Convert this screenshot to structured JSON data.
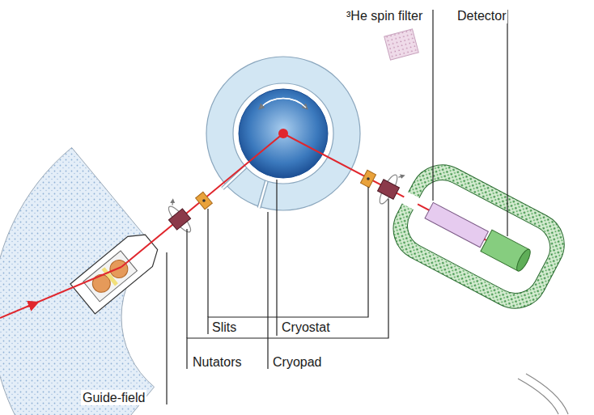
{
  "diagram": {
    "labels": [
      "³He spin filter",
      "Detector",
      "Slits",
      "Cryostat",
      "Nutators",
      "Cryopad",
      "Guide-field"
    ]
  }
}
